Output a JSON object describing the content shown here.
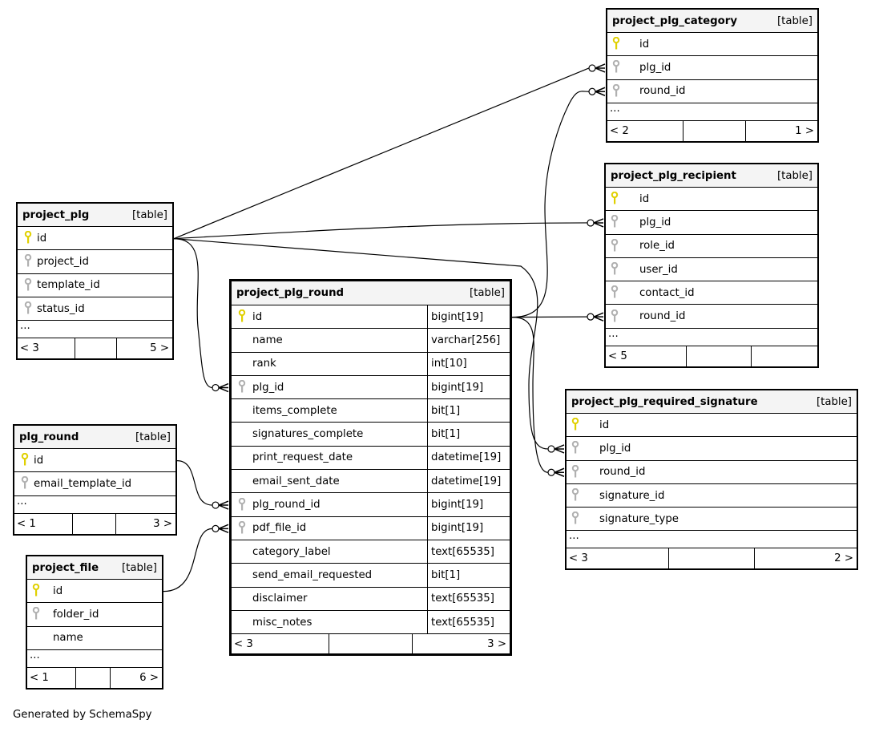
{
  "credit": "Generated by SchemaSpy",
  "colors": {
    "primary_key": "#e0d000",
    "foreign_key": "#b0b0b0",
    "header_bg": "#f4f4f4",
    "line": "#000000"
  },
  "tables": {
    "project_plg_category": {
      "name": "project_plg_category",
      "kind": "[table]",
      "columns": [
        {
          "name": "id",
          "key": "primary"
        },
        {
          "name": "plg_id",
          "key": "foreign"
        },
        {
          "name": "round_id",
          "key": "foreign"
        }
      ],
      "more": "...",
      "parents": "< 2",
      "children": "1 >"
    },
    "project_plg_recipient": {
      "name": "project_plg_recipient",
      "kind": "[table]",
      "columns": [
        {
          "name": "id",
          "key": "primary"
        },
        {
          "name": "plg_id",
          "key": "foreign"
        },
        {
          "name": "role_id",
          "key": "foreign"
        },
        {
          "name": "user_id",
          "key": "foreign"
        },
        {
          "name": "contact_id",
          "key": "foreign"
        },
        {
          "name": "round_id",
          "key": "foreign"
        }
      ],
      "more": "...",
      "parents": "< 5",
      "children": ""
    },
    "project_plg": {
      "name": "project_plg",
      "kind": "[table]",
      "columns": [
        {
          "name": "id",
          "key": "primary"
        },
        {
          "name": "project_id",
          "key": "foreign"
        },
        {
          "name": "template_id",
          "key": "foreign"
        },
        {
          "name": "status_id",
          "key": "foreign"
        }
      ],
      "more": "...",
      "parents": "< 3",
      "children": "5 >"
    },
    "project_plg_round": {
      "name": "project_plg_round",
      "kind": "[table]",
      "columns": [
        {
          "name": "id",
          "type": "bigint[19]",
          "key": "primary"
        },
        {
          "name": "name",
          "type": "varchar[256]",
          "key": "none"
        },
        {
          "name": "rank",
          "type": "int[10]",
          "key": "none"
        },
        {
          "name": "plg_id",
          "type": "bigint[19]",
          "key": "foreign"
        },
        {
          "name": "items_complete",
          "type": "bit[1]",
          "key": "none"
        },
        {
          "name": "signatures_complete",
          "type": "bit[1]",
          "key": "none"
        },
        {
          "name": "print_request_date",
          "type": "datetime[19]",
          "key": "none"
        },
        {
          "name": "email_sent_date",
          "type": "datetime[19]",
          "key": "none"
        },
        {
          "name": "plg_round_id",
          "type": "bigint[19]",
          "key": "foreign"
        },
        {
          "name": "pdf_file_id",
          "type": "bigint[19]",
          "key": "foreign"
        },
        {
          "name": "category_label",
          "type": "text[65535]",
          "key": "none"
        },
        {
          "name": "send_email_requested",
          "type": "bit[1]",
          "key": "none"
        },
        {
          "name": "disclaimer",
          "type": "text[65535]",
          "key": "none"
        },
        {
          "name": "misc_notes",
          "type": "text[65535]",
          "key": "none"
        }
      ],
      "more": "",
      "parents": "< 3",
      "children": "3 >"
    },
    "project_plg_required_signature": {
      "name": "project_plg_required_signature",
      "kind": "[table]",
      "columns": [
        {
          "name": "id",
          "key": "primary"
        },
        {
          "name": "plg_id",
          "key": "foreign"
        },
        {
          "name": "round_id",
          "key": "foreign"
        },
        {
          "name": "signature_id",
          "key": "foreign"
        },
        {
          "name": "signature_type",
          "key": "foreign"
        }
      ],
      "more": "...",
      "parents": "< 3",
      "children": "2 >"
    },
    "plg_round": {
      "name": "plg_round",
      "kind": "[table]",
      "columns": [
        {
          "name": "id",
          "key": "primary"
        },
        {
          "name": "email_template_id",
          "key": "foreign"
        }
      ],
      "more": "...",
      "parents": "< 1",
      "children": "3 >"
    },
    "project_file": {
      "name": "project_file",
      "kind": "[table]",
      "columns": [
        {
          "name": "id",
          "key": "primary"
        },
        {
          "name": "folder_id",
          "key": "foreign"
        },
        {
          "name": "name",
          "key": "none"
        }
      ],
      "more": "...",
      "parents": "< 1",
      "children": "6 >"
    }
  },
  "relationships": [
    {
      "from": "project_plg.id",
      "to": "project_plg_category.plg_id"
    },
    {
      "from": "project_plg.id",
      "to": "project_plg_recipient.plg_id"
    },
    {
      "from": "project_plg.id",
      "to": "project_plg_round.plg_id"
    },
    {
      "from": "project_plg.id",
      "to": "project_plg_required_signature.plg_id"
    },
    {
      "from": "project_plg_round.id",
      "to": "project_plg_category.round_id"
    },
    {
      "from": "project_plg_round.id",
      "to": "project_plg_recipient.round_id"
    },
    {
      "from": "project_plg_round.id",
      "to": "project_plg_required_signature.round_id"
    },
    {
      "from": "plg_round.id",
      "to": "project_plg_round.plg_round_id"
    },
    {
      "from": "project_file.id",
      "to": "project_plg_round.pdf_file_id"
    }
  ]
}
